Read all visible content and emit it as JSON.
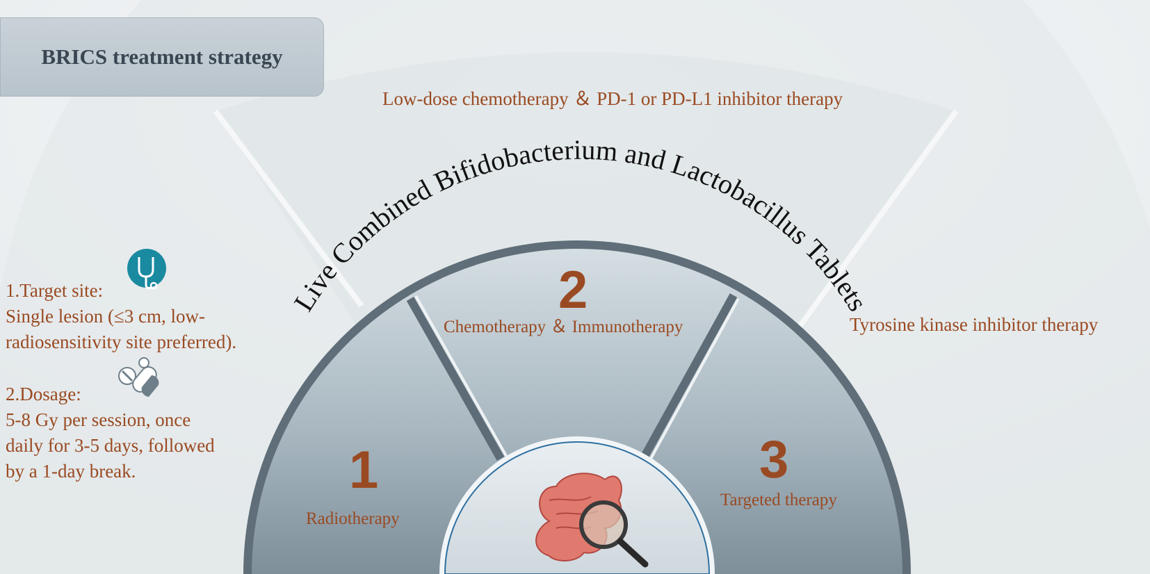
{
  "title": "BRICS treatment strategy",
  "arc_text": "Live Combined Bifidobacterium and Lactobacillus Tablets",
  "outer_top_text": "Low-dose chemotherapy ＆ PD-1 or PD-L1 inhibitor therapy",
  "outer_right_text": "Tyrosine kinase inhibitor therapy",
  "left_panel": {
    "target_heading": "1.Target site:",
    "target_line1": "Single lesion (≤3 cm, low-",
    "target_line2": "radiosensitivity site preferred).",
    "dosage_heading": "2.Dosage:",
    "dosage_line1": "5-8 Gy per session, once",
    "dosage_line2": "daily for 3-5 days, followed",
    "dosage_line3": "by a 1-day break."
  },
  "segments": [
    {
      "number": "1",
      "label": "Radiotherapy"
    },
    {
      "number": "2",
      "label": "Chemotherapy ＆ Immunotherapy"
    },
    {
      "number": "3",
      "label": "Targeted therapy"
    }
  ],
  "icons": {
    "stethoscope": "stethoscope-icon",
    "pills": "pills-icon",
    "intestine": "intestine-magnifier-icon"
  },
  "colors": {
    "text_accent": "#9a4a22",
    "number": "#9a4a22",
    "teal_icon": "#1a8aa0"
  }
}
